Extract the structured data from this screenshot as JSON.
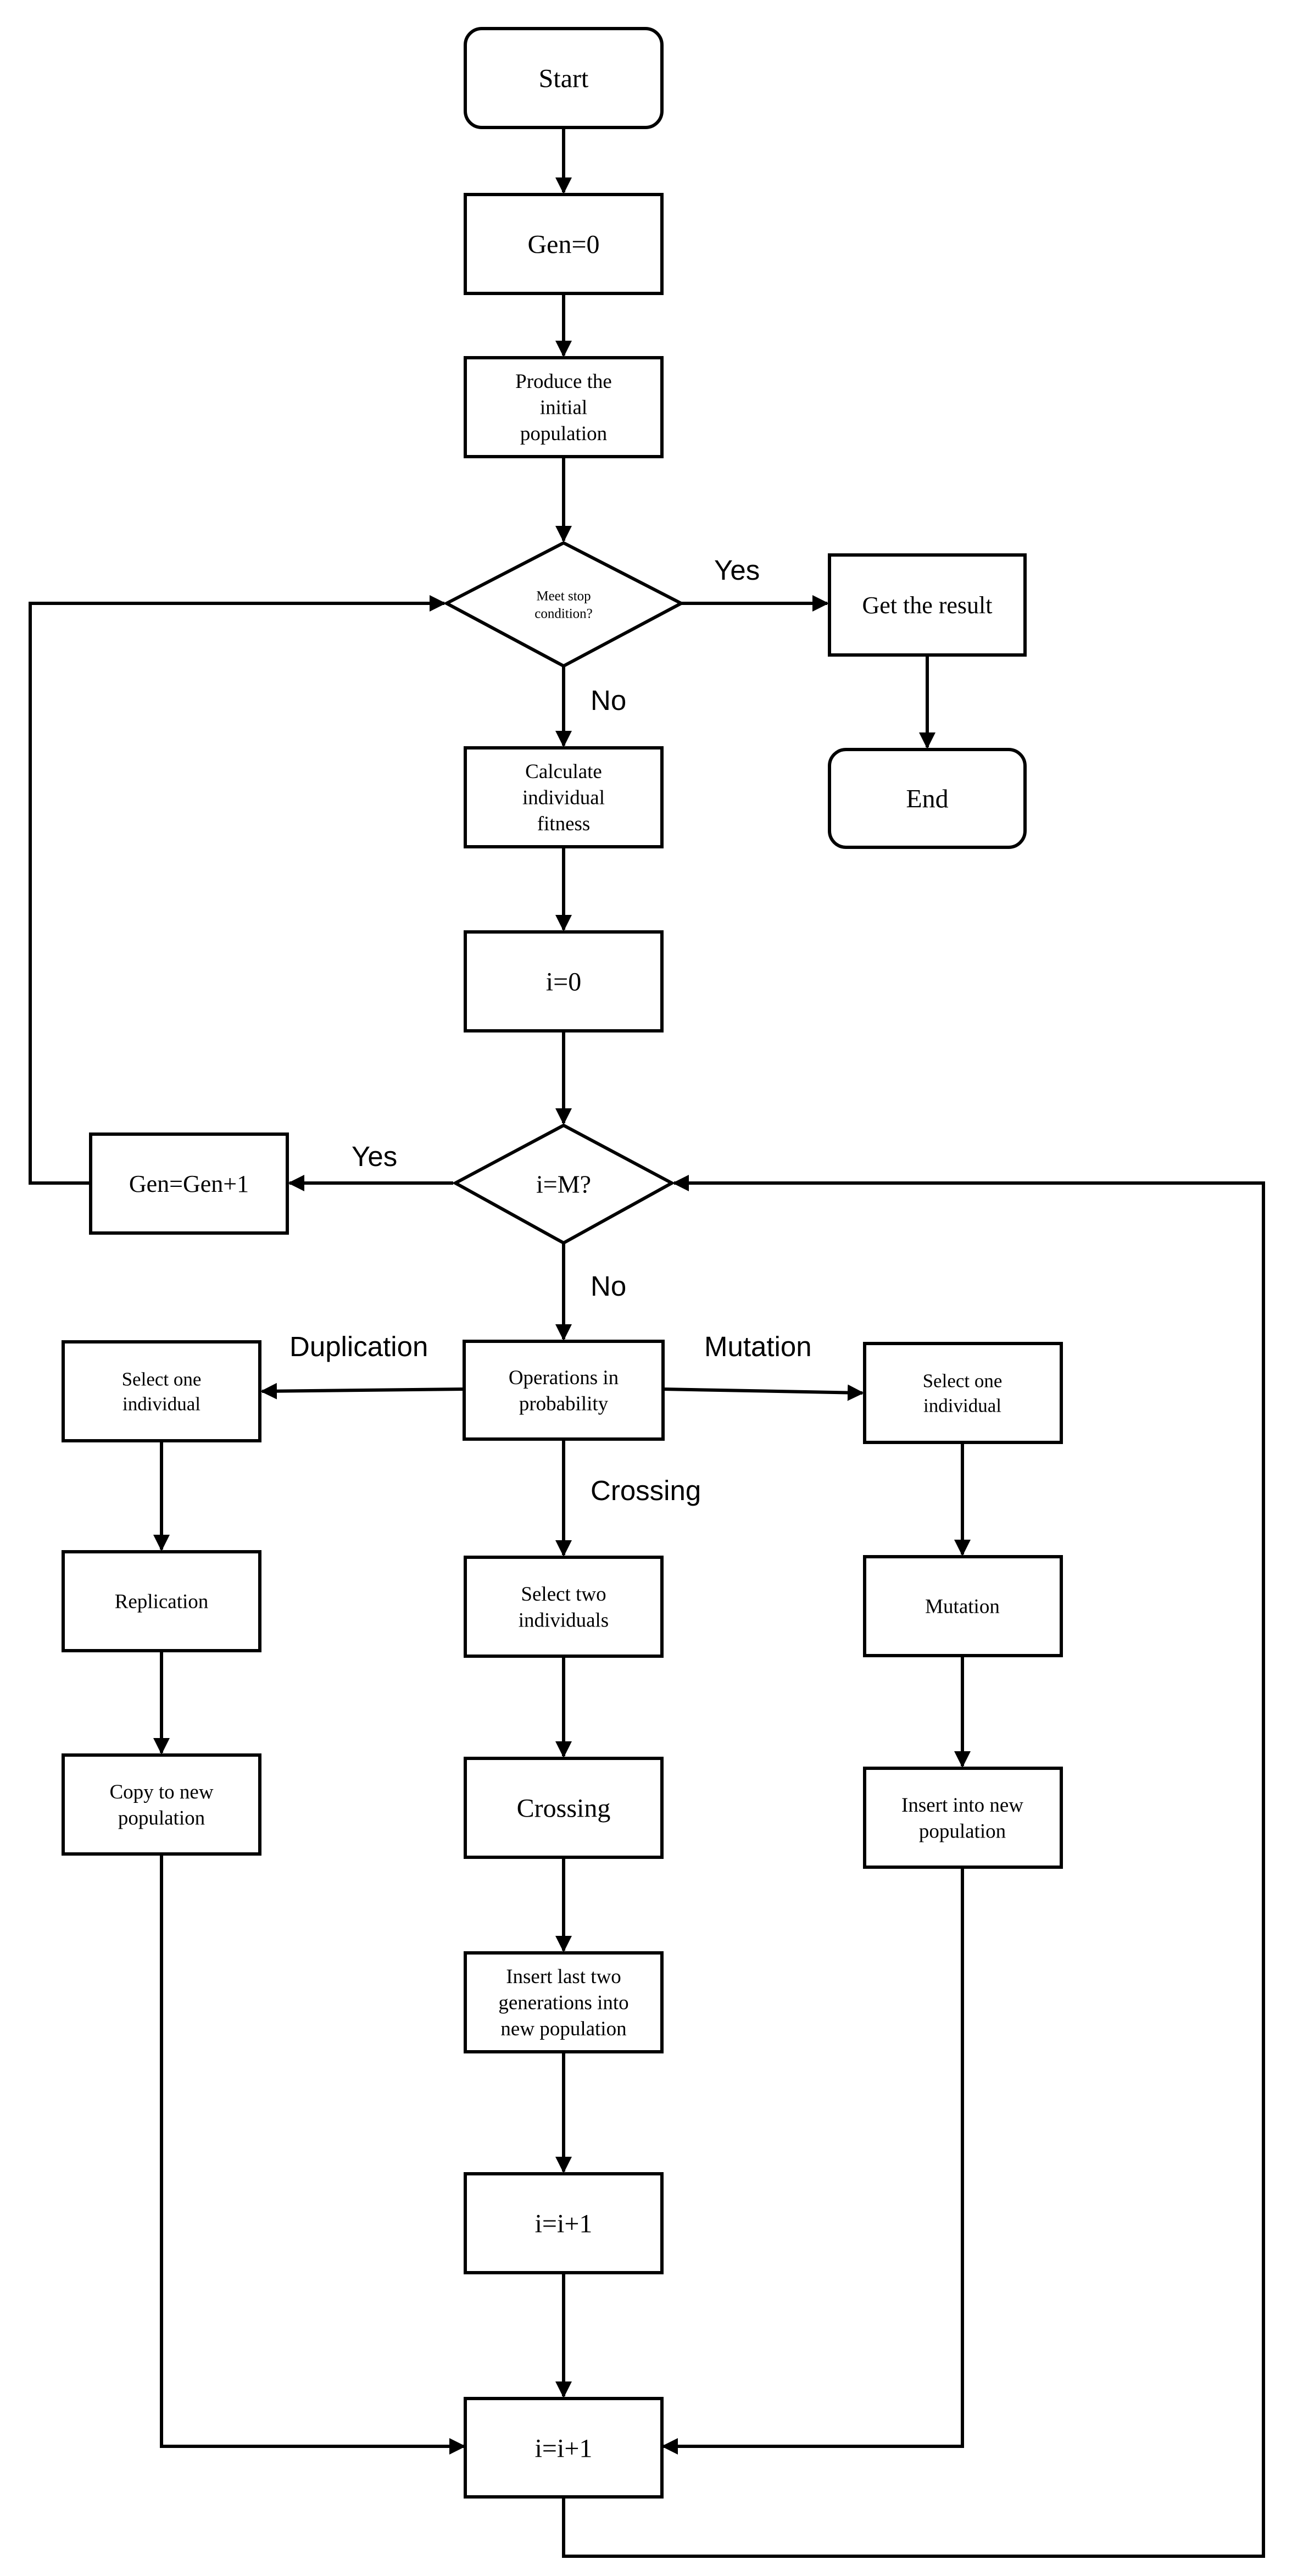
{
  "nodes": {
    "start": [
      "Start"
    ],
    "gen0": [
      "Gen=0"
    ],
    "init_pop": [
      "Produce the",
      "initial",
      "population"
    ],
    "stop_cond": [
      "Meet stop",
      "condition?"
    ],
    "get_result": [
      "Get the result"
    ],
    "end": [
      "End"
    ],
    "calc_fitness": [
      "Calculate",
      "individual",
      "fitness"
    ],
    "i0": [
      "i=0"
    ],
    "i_eq_m": [
      "i=M?"
    ],
    "gen_inc": [
      "Gen=Gen+1"
    ],
    "ops_prob": [
      "Operations in",
      "probability"
    ],
    "sel_one_left": [
      "Select one",
      "individual"
    ],
    "replication": [
      "Replication"
    ],
    "copy_pop": [
      "Copy to new",
      "population"
    ],
    "sel_two": [
      "Select two",
      "individuals"
    ],
    "crossing": [
      "Crossing"
    ],
    "insert_two": [
      "Insert last two",
      "generations into",
      "new population"
    ],
    "i_inc_mid": [
      "i=i+1"
    ],
    "sel_one_right": [
      "Select one",
      "individual"
    ],
    "mutation": [
      "Mutation"
    ],
    "insert_new": [
      "Insert into new",
      "population"
    ],
    "i_inc_bottom": [
      "i=i+1"
    ]
  },
  "edge_labels": {
    "stop_yes": "Yes",
    "stop_no": "No",
    "m_yes": "Yes",
    "m_no": "No",
    "duplication": "Duplication",
    "mutation": "Mutation",
    "crossing": "Crossing"
  }
}
